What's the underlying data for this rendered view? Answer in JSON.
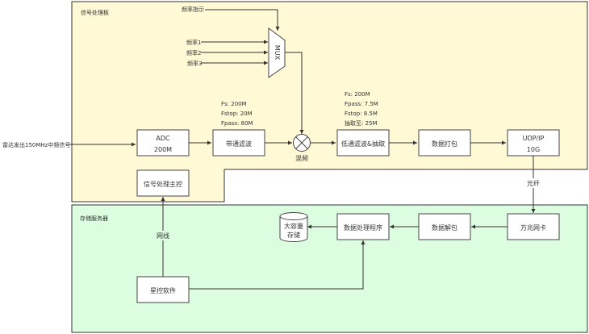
{
  "colors": {
    "signal_board_bg": "#fff9d6",
    "storage_server_bg": "#dcfde0",
    "border": "#333333"
  },
  "regions": {
    "signal_board": {
      "title": "信号处理板"
    },
    "storage_server": {
      "title": "存储服务器"
    }
  },
  "input_signal": "雷达发出150MHz中频信号",
  "mux": {
    "label": "MUX",
    "select_label": "频率指示",
    "inputs": [
      "频率1",
      "频率2",
      "频率3"
    ]
  },
  "blocks": {
    "adc": {
      "line1": "ADC",
      "line2": "200M"
    },
    "bandpass": {
      "label": "带通滤波"
    },
    "mixer": {
      "label": "混频"
    },
    "lowpass": {
      "label": "低通滤波&抽取"
    },
    "packing": {
      "label": "数据打包"
    },
    "udp": {
      "line1": "UDP/IP",
      "line2": "10G"
    },
    "signal_master": {
      "label": "信号处理主控"
    },
    "nic": {
      "label": "万兆网卡"
    },
    "unpacking": {
      "label": "数据解包"
    },
    "processing": {
      "label": "数据处理程序"
    },
    "storage": {
      "line1": "大容量",
      "line2": "存储"
    },
    "control_software": {
      "label": "星控软件"
    }
  },
  "bandpass_params": [
    "Fs:  200M",
    "Fstop:  20M",
    "Fpass:  80M"
  ],
  "lowpass_params": [
    "Fs:  200M",
    "Fpass:  7.5M",
    "Fstop:  8.5M",
    "抽取至:  25M"
  ],
  "link_labels": {
    "fiber": "光纤",
    "network": "网线"
  }
}
